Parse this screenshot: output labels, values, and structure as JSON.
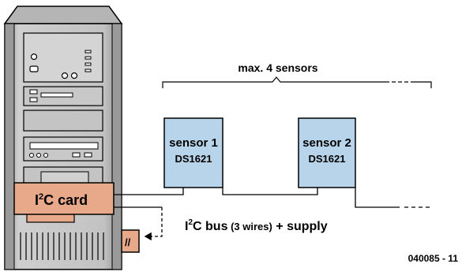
{
  "range_label": "max. 4 sensors",
  "card": {
    "label_main": "I",
    "label_sup": "2",
    "label_rest": "C card"
  },
  "parallel_port": {
    "label": "//"
  },
  "sensors": [
    {
      "name": "sensor 1",
      "model": "DS1621"
    },
    {
      "name": "sensor 2",
      "model": "DS1621"
    }
  ],
  "bus_label": {
    "prefix": "I",
    "sup": "2",
    "mid": "C bus",
    "paren": " (3 wires)",
    "tail": " + supply"
  },
  "figure_id": "040085 - 11",
  "colors": {
    "sensor_fill": "#b8d4ea",
    "card_fill": "#e8a88a",
    "case_light": "#c8c8c8",
    "case_mid": "#a9a9a9",
    "case_dark": "#8a8a8a"
  }
}
